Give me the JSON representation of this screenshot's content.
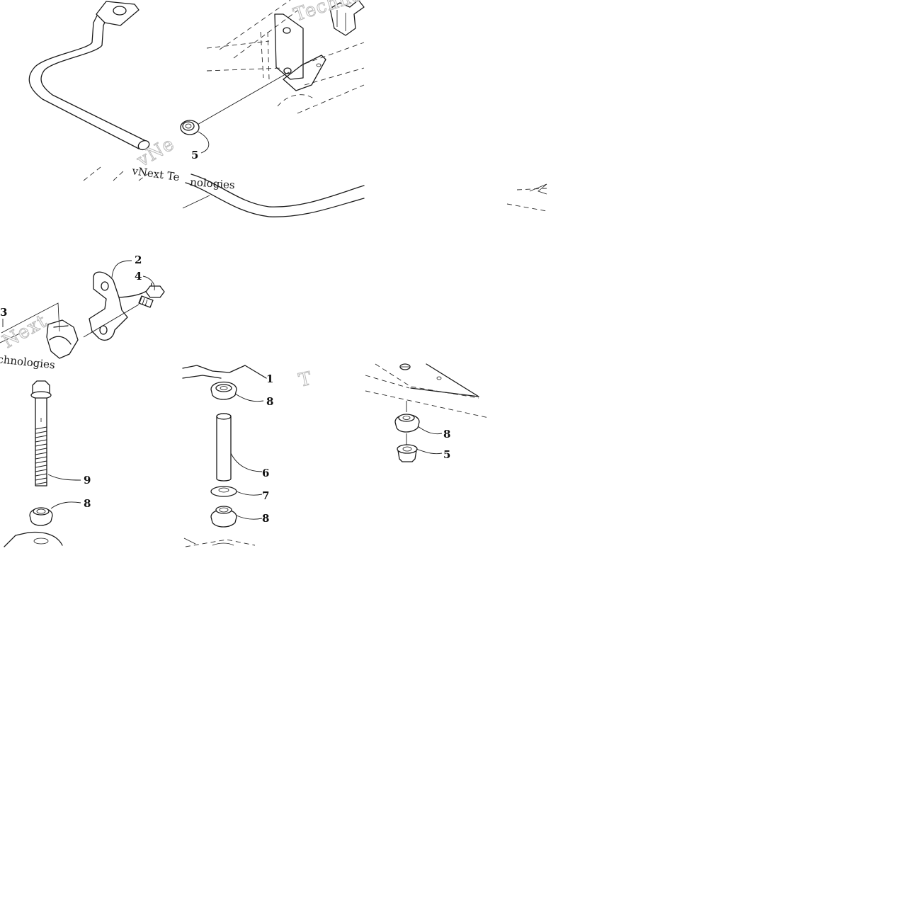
{
  "callouts": {
    "c1": "1",
    "c2": "2",
    "c3": "3",
    "c4": "4",
    "c5a": "5",
    "c5b": "5",
    "c6": "6",
    "c7": "7",
    "c8a": "8",
    "c8b": "8",
    "c8c": "8",
    "c8d": "8",
    "c9": "9"
  },
  "watermark": {
    "text_a": "vNext Te",
    "text_b": "nologies",
    "text_c": "Techno",
    "text_d": "vNe",
    "text_e": "Next",
    "text_f": "chnologies",
    "text_g": "T"
  }
}
